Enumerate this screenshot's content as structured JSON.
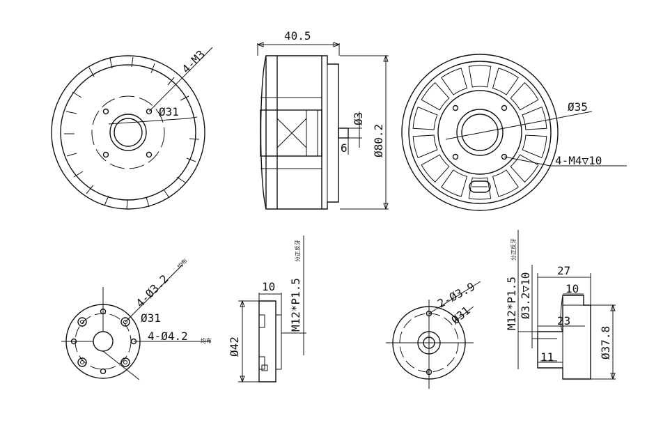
{
  "labels": {
    "front_thread": "4-M3",
    "front_pcd": "Ø31",
    "side_length": "40.5",
    "side_diameter": "Ø80.2",
    "shaft_diameter": "Ø3",
    "shaft_length": "6",
    "back_pcd": "Ø35",
    "back_thread": "4-M4▽10",
    "prop_outer_holes": "4-Ø3.2",
    "prop_outer_holes_note": "均布",
    "prop_pcd": "Ø31",
    "prop_inner_holes": "4-Ø4.2",
    "prop_inner_holes_note": "均布",
    "prop_width": "10",
    "prop_thread": "M12*P1.5",
    "prop_thread_note": "分正反牙",
    "prop_height": "Ø42",
    "nut_holes": "2-Ø3.9",
    "nut_pcd": "Ø31",
    "nut_thread": "M12*P1.5",
    "nut_thread_note": "分正反牙",
    "nut_hole_depth": "Ø3.2▽10",
    "nut_length": "27",
    "nut_head": "10",
    "nut_body": "23",
    "nut_small": "11",
    "nut_diameter": "Ø37.8"
  }
}
